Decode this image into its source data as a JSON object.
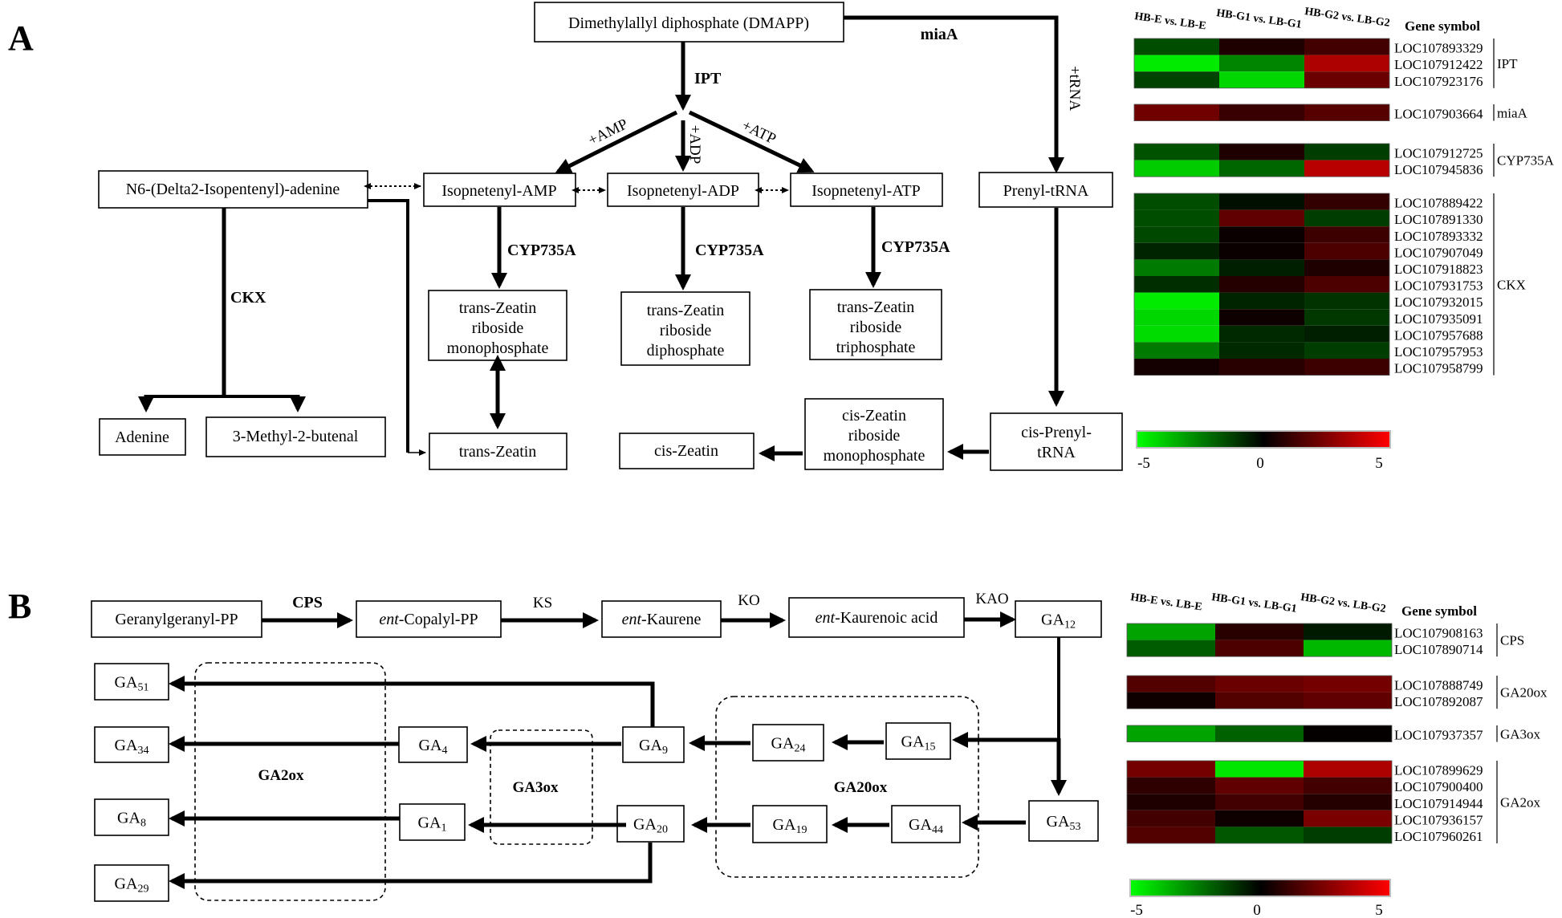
{
  "panels": {
    "A": "A",
    "B": "B"
  },
  "colorScale": {
    "low": "#00ff00",
    "mid": "#000000",
    "high": "#ff0000",
    "min": -5,
    "max": 5
  },
  "panelA": {
    "nodes": {
      "dmapp": "Dimethylallyl diphosphate (DMAPP)",
      "n6": "N6-(Delta2-Isopentenyl)-adenine",
      "amp": "Isopnetenyl-AMP",
      "adp": "Isopnetenyl-ADP",
      "atp": "Isopnetenyl-ATP",
      "prenyl": "Prenyl-tRNA",
      "tzrmp": [
        "trans-Zeatin",
        "riboside",
        "monophosphate"
      ],
      "tzrdp": [
        "trans-Zeatin",
        "riboside",
        "diphosphate"
      ],
      "tzrtp": [
        "trans-Zeatin",
        "riboside",
        "triphosphate"
      ],
      "adenine": "Adenine",
      "methyl": "3-Methyl-2-butenal",
      "tzeatin": "trans-Zeatin",
      "czeatin": "cis-Zeatin",
      "czrmp": [
        "cis-Zeatin",
        "riboside",
        "monophosphate"
      ],
      "cisprenyl": [
        "cis-Prenyl-",
        "tRNA"
      ]
    },
    "enzymes": {
      "ipt": "IPT",
      "miaA": "miaA",
      "cyp1": "CYP735A",
      "cyp2": "CYP735A",
      "cyp3": "CYP735A",
      "ckx": "CKX",
      "plusAMP": "+AMP",
      "plusADP": "+ADP",
      "plusATP": "+ATP",
      "plusTRNA": "+tRNA"
    },
    "heatmap": {
      "columns": [
        "HB-E vs. LB-E",
        "HB-G1 vs. LB-G1",
        "HB-G2 vs. LB-G2"
      ],
      "geneSymbolHeader": "Gene symbol",
      "groups": [
        {
          "name": "IPT",
          "rows": [
            {
              "gene": "LOC107893329",
              "values": [
                -1.5,
                0.6,
                1.3
              ]
            },
            {
              "gene": "LOC107912422",
              "values": [
                -4.6,
                -2.6,
                3.4
              ]
            },
            {
              "gene": "LOC107923176",
              "values": [
                -1.3,
                -4.2,
                2.1
              ]
            }
          ]
        },
        {
          "name": "miaA",
          "rows": [
            {
              "gene": "LOC107903664",
              "values": [
                2.2,
                1.1,
                1.7
              ]
            }
          ]
        },
        {
          "name": "CYP735A",
          "rows": [
            {
              "gene": "LOC107912725",
              "values": [
                -1.6,
                0.6,
                -1.2
              ]
            },
            {
              "gene": "LOC107945836",
              "values": [
                -4.0,
                -2.0,
                3.6
              ]
            }
          ]
        },
        {
          "name": "CKX",
          "rows": [
            {
              "gene": "LOC107889422",
              "values": [
                -1.5,
                -0.3,
                1.0
              ]
            },
            {
              "gene": "LOC107891330",
              "values": [
                -1.5,
                1.9,
                -1.2
              ]
            },
            {
              "gene": "LOC107893332",
              "values": [
                -1.4,
                0.2,
                1.2
              ]
            },
            {
              "gene": "LOC107907049",
              "values": [
                -0.7,
                0.2,
                1.5
              ]
            },
            {
              "gene": "LOC107918823",
              "values": [
                -2.4,
                -0.6,
                0.6
              ]
            },
            {
              "gene": "LOC107931753",
              "values": [
                -0.9,
                0.7,
                1.5
              ]
            },
            {
              "gene": "LOC107932015",
              "values": [
                -4.6,
                -0.7,
                -1.0
              ]
            },
            {
              "gene": "LOC107935091",
              "values": [
                -4.2,
                0.3,
                -1.1
              ]
            },
            {
              "gene": "LOC107957688",
              "values": [
                -4.3,
                -0.8,
                -0.6
              ]
            },
            {
              "gene": "LOC107957953",
              "values": [
                -2.4,
                -0.8,
                -1.2
              ]
            },
            {
              "gene": "LOC107958799",
              "values": [
                0.4,
                0.8,
                1.2
              ]
            }
          ]
        }
      ],
      "scaleTicks": [
        "-5",
        "0",
        "5"
      ]
    }
  },
  "panelB": {
    "nodes": {
      "ggpp": "Geranylgeranyl-PP",
      "copalyl_pre": "ent",
      "copalyl_post": "-Copalyl-PP",
      "kaurene_pre": "ent",
      "kaurene_post": "-Kaurene",
      "kacid_pre": "ent",
      "kacid_post": "-Kaurenoic acid",
      "ga12": {
        "base": "GA",
        "sub": "12"
      },
      "ga51": {
        "base": "GA",
        "sub": "51"
      },
      "ga34": {
        "base": "GA",
        "sub": "34"
      },
      "ga8": {
        "base": "GA",
        "sub": "8"
      },
      "ga29": {
        "base": "GA",
        "sub": "29"
      },
      "ga4": {
        "base": "GA",
        "sub": "4"
      },
      "ga1": {
        "base": "GA",
        "sub": "1"
      },
      "ga9": {
        "base": "GA",
        "sub": "9"
      },
      "ga20": {
        "base": "GA",
        "sub": "20"
      },
      "ga24": {
        "base": "GA",
        "sub": "24"
      },
      "ga15": {
        "base": "GA",
        "sub": "15"
      },
      "ga19": {
        "base": "GA",
        "sub": "19"
      },
      "ga44": {
        "base": "GA",
        "sub": "44"
      },
      "ga53": {
        "base": "GA",
        "sub": "53"
      }
    },
    "enzymes": {
      "cps": "CPS",
      "ks": "KS",
      "ko": "KO",
      "kao": "KAO",
      "ga2ox": "GA2ox",
      "ga3ox": "GA3ox",
      "ga20ox": "GA20ox"
    },
    "heatmap": {
      "columns": [
        "HB-E vs. LB-E",
        "HB-G1 vs. LB-G1",
        "HB-G2 vs. LB-G2"
      ],
      "geneSymbolHeader": "Gene symbol",
      "groups": [
        {
          "name": "CPS",
          "rows": [
            {
              "gene": "LOC107908163",
              "values": [
                -3.2,
                0.8,
                -0.5
              ]
            },
            {
              "gene": "LOC107890714",
              "values": [
                -1.8,
                1.5,
                -3.6
              ]
            }
          ]
        },
        {
          "name": "GA20ox",
          "rows": [
            {
              "gene": "LOC107888749",
              "values": [
                1.6,
                2.1,
                2.3
              ]
            },
            {
              "gene": "LOC107892087",
              "values": [
                0.3,
                1.6,
                1.9
              ]
            }
          ]
        },
        {
          "name": "GA3ox",
          "rows": [
            {
              "gene": "LOC107937357",
              "values": [
                -3.2,
                -1.9,
                0.1
              ]
            }
          ]
        },
        {
          "name": "GA2ox",
          "rows": [
            {
              "gene": "LOC107899629",
              "values": [
                2.3,
                -4.5,
                3.4
              ]
            },
            {
              "gene": "LOC107900400",
              "values": [
                0.9,
                1.9,
                1.3
              ]
            },
            {
              "gene": "LOC107914944",
              "values": [
                0.6,
                1.3,
                0.7
              ]
            },
            {
              "gene": "LOC107936157",
              "values": [
                1.3,
                0.3,
                2.4
              ]
            },
            {
              "gene": "LOC107960261",
              "values": [
                1.6,
                -1.7,
                -1.2
              ]
            }
          ]
        }
      ],
      "scaleTicks": [
        "-5",
        "0",
        "5"
      ]
    }
  }
}
